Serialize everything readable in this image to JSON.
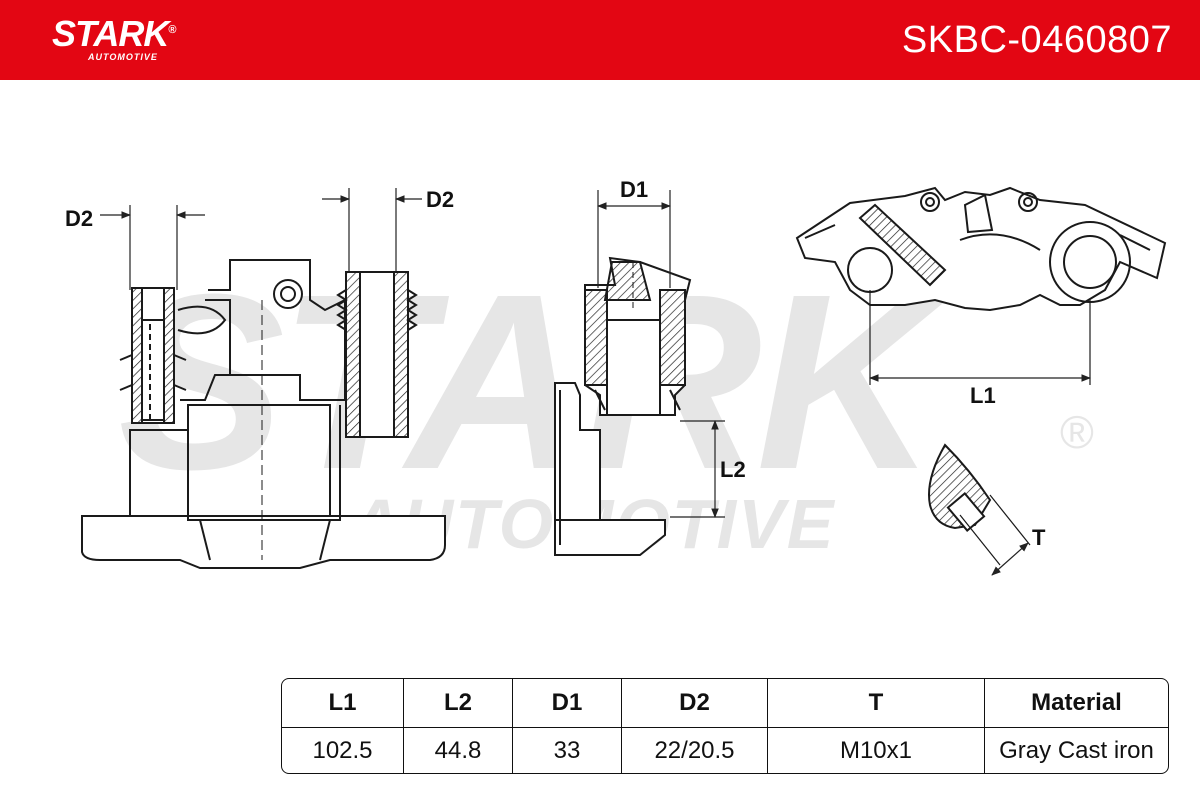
{
  "header": {
    "brand": "STARK",
    "brand_mark": "®",
    "brand_sub": "AUTOMOTIVE",
    "part_number": "SKBC-0460807",
    "color": "#e30613"
  },
  "drawing": {
    "labels": {
      "d2_left": "D2",
      "d2_right": "D2",
      "d1": "D1",
      "l2": "L2",
      "l1": "L1",
      "t": "T"
    },
    "watermark": {
      "main": "STARK",
      "sub": "AUTOMOTIVE",
      "mark": "®"
    }
  },
  "spec_table": {
    "headers": [
      "L1",
      "L2",
      "D1",
      "D2",
      "T",
      "Material"
    ],
    "values": [
      "102.5",
      "44.8",
      "33",
      "22/20.5",
      "M10x1",
      "Gray Cast iron"
    ]
  }
}
